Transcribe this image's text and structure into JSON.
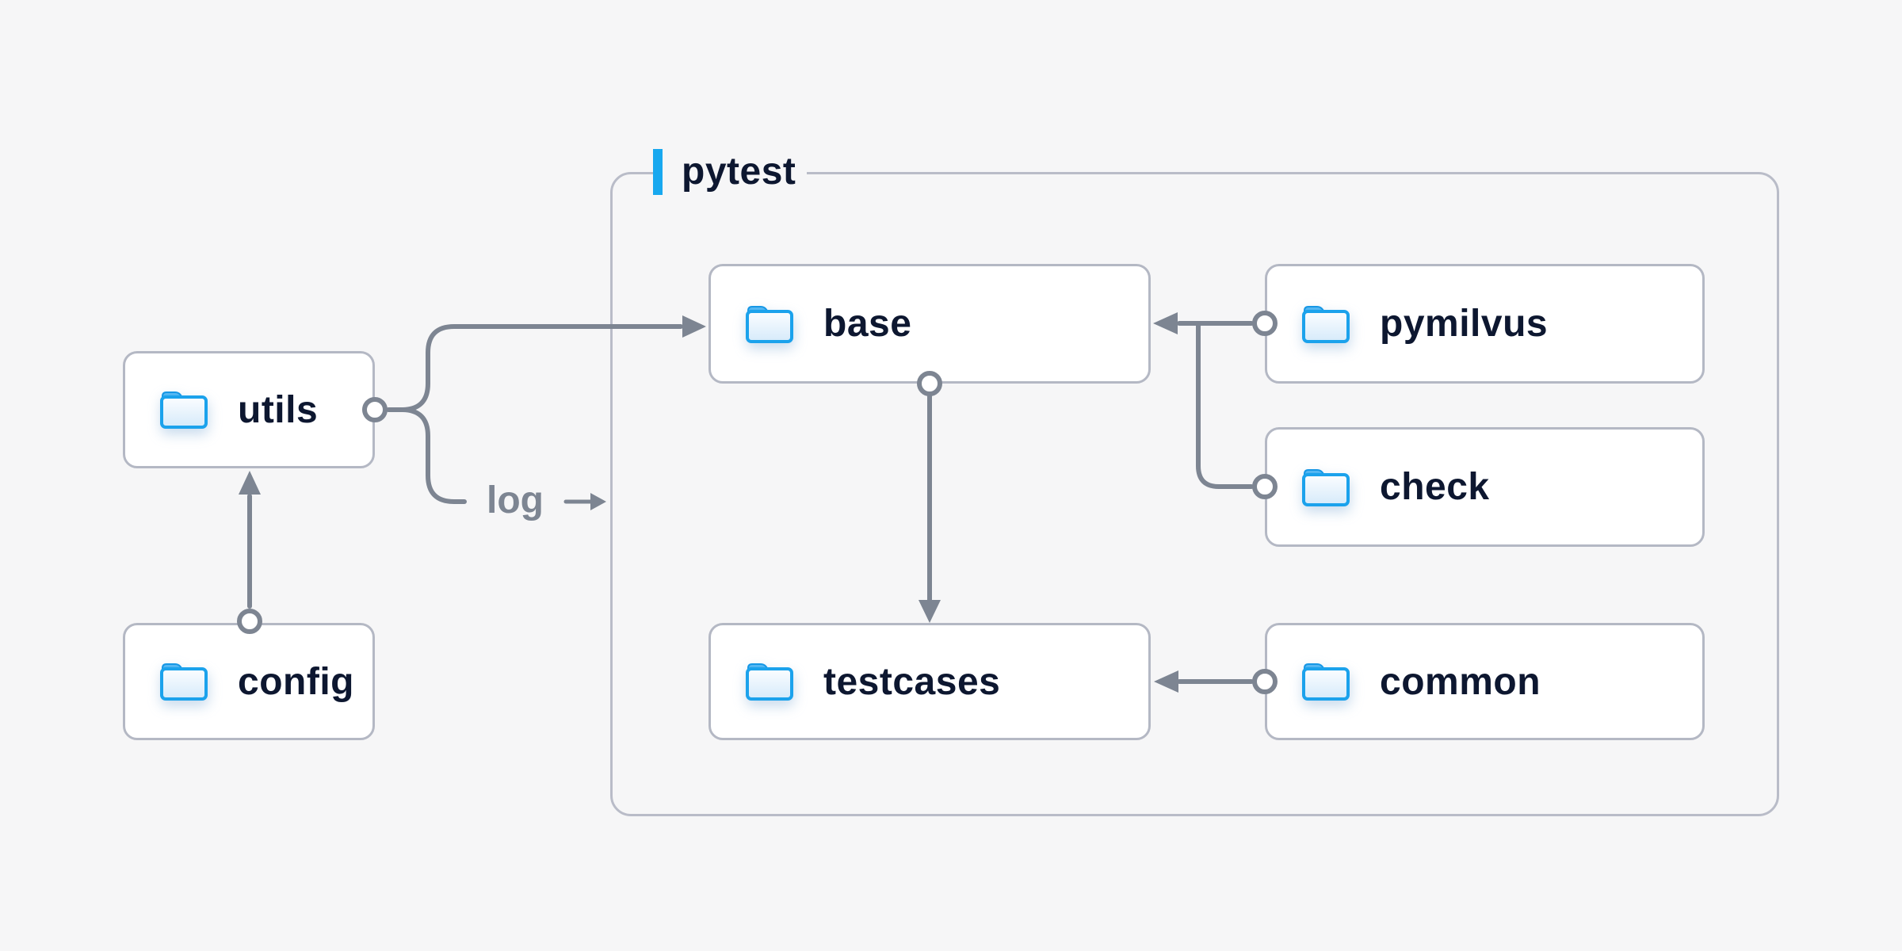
{
  "diagram": {
    "group": {
      "label": "pytest",
      "accent_color": "#18a8ef"
    },
    "edge_label": {
      "text": "log"
    },
    "nodes": {
      "utils": {
        "label": "utils",
        "icon": "folder-icon"
      },
      "config": {
        "label": "config",
        "icon": "folder-icon"
      },
      "base": {
        "label": "base",
        "icon": "folder-icon"
      },
      "pymilvus": {
        "label": "pymilvus",
        "icon": "folder-icon"
      },
      "check": {
        "label": "check",
        "icon": "folder-icon"
      },
      "testcases": {
        "label": "testcases",
        "icon": "folder-icon"
      },
      "common": {
        "label": "common",
        "icon": "folder-icon"
      }
    },
    "edges": [
      {
        "from": "config",
        "to": "utils"
      },
      {
        "from": "utils",
        "to": "base"
      },
      {
        "from": "utils",
        "to": "log",
        "label": "log"
      },
      {
        "from": "pymilvus",
        "to": "base"
      },
      {
        "from": "check",
        "to": "base"
      },
      {
        "from": "base",
        "to": "testcases"
      },
      {
        "from": "common",
        "to": "testcases"
      }
    ],
    "colors": {
      "background": "#f6f6f7",
      "line_gray": "#7d8592",
      "text_navy": "#0d1730",
      "node_border": "#b4b8c4",
      "group_border": "#b9bcc8",
      "accent_blue": "#18a8ef",
      "folder_blue": "#1ba2ec"
    }
  }
}
